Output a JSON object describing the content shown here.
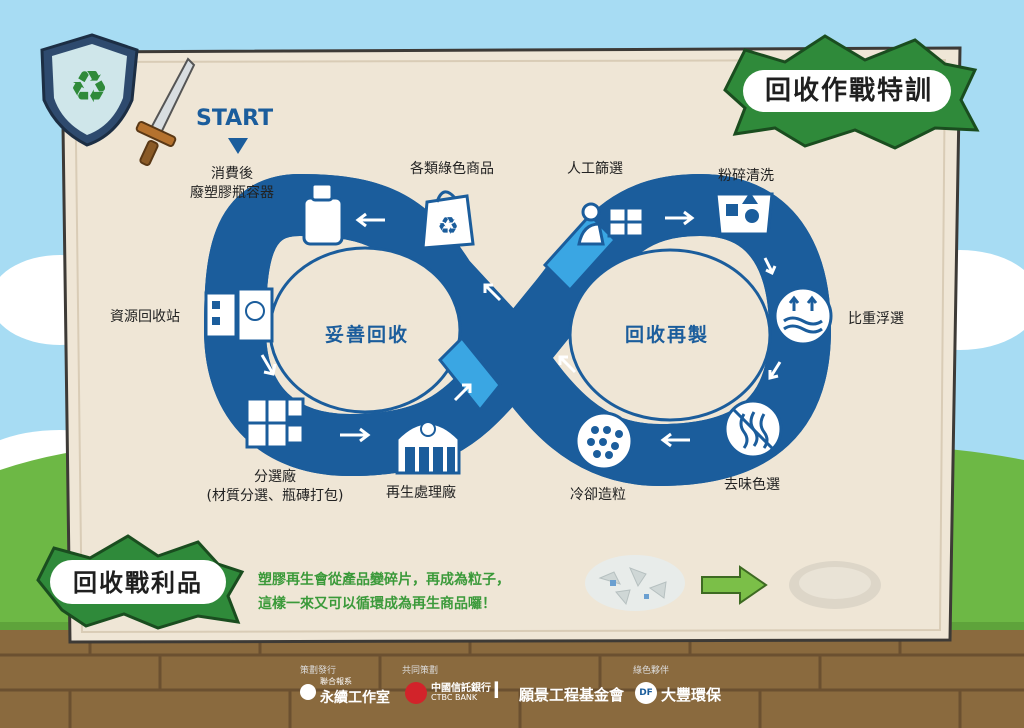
{
  "title": "回收作戰特訓",
  "start": "START",
  "loops": {
    "left": "妥善回收",
    "right": "回收再製"
  },
  "steps": {
    "consumer": [
      "消費後",
      "廢塑膠瓶容器"
    ],
    "products": "各類綠色商品",
    "sorting_manual": "人工篩選",
    "crush_wash": "粉碎清洗",
    "density": "比重浮選",
    "deodor": "去味色選",
    "pellet": "冷卻造粒",
    "recycle_plant": "再生處理廠",
    "sort_plant": [
      "分選廠",
      "(材質分選、瓶磚打包)"
    ],
    "station": "資源回收站"
  },
  "reward": {
    "title": "回收戰利品",
    "text": [
      "塑膠再生會從產品變碎片，再成為粒子，",
      "這樣一來又可以循環成為再生商品囉！"
    ]
  },
  "footer": {
    "cap_plan": "策劃發行",
    "cap_co": "共同策劃",
    "cap_green": "綠色夥伴",
    "logos": [
      "永續工作室",
      "中國信託銀行",
      "願景工程基金會",
      "大豐環保"
    ],
    "logo_sub": [
      "聯合報系",
      "CTBC BANK",
      "DF"
    ]
  },
  "colors": {
    "track": "#3aa6e3",
    "track_edge": "#1b5d9c",
    "paper": "#efe6d6",
    "grass": "#6db845",
    "dirt": "#8a6a3e",
    "title_bg": "#2f8a3a",
    "reward_text": "#3b9a3a"
  }
}
